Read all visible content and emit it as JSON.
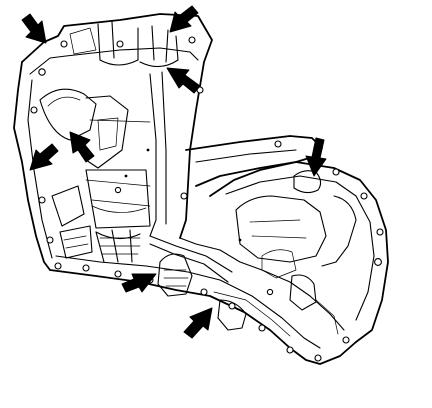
{
  "figure": {
    "subject": "transmission-case",
    "line_color": "#000000",
    "background": "#ffffff",
    "callout_arrows": [
      {
        "id": "arrow-1",
        "points_to": "upper-left-flange"
      },
      {
        "id": "arrow-2",
        "points_to": "top-right-bore"
      },
      {
        "id": "arrow-3",
        "points_to": "upper-bore-rim"
      },
      {
        "id": "arrow-4",
        "points_to": "left-side-passage"
      },
      {
        "id": "arrow-5",
        "points_to": "left-wall"
      },
      {
        "id": "arrow-6",
        "points_to": "right-housing-cavity"
      },
      {
        "id": "arrow-7",
        "points_to": "lower-valve-body-area"
      },
      {
        "id": "arrow-8",
        "points_to": "bottom-flange"
      }
    ]
  }
}
